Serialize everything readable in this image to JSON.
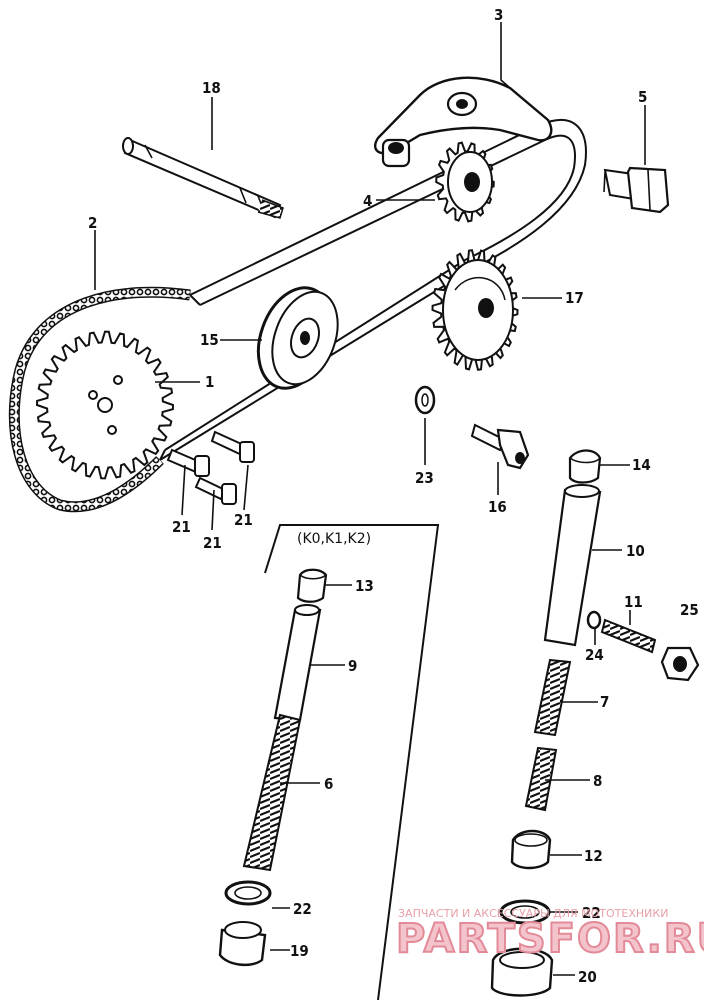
{
  "diagram": {
    "variant_note": "(K0,K1,K2)",
    "callouts": [
      {
        "id": "c1",
        "text": "1"
      },
      {
        "id": "c2",
        "text": "2"
      },
      {
        "id": "c3",
        "text": "3"
      },
      {
        "id": "c4",
        "text": "4"
      },
      {
        "id": "c5",
        "text": "5"
      },
      {
        "id": "c6",
        "text": "6"
      },
      {
        "id": "c7",
        "text": "7"
      },
      {
        "id": "c8",
        "text": "8"
      },
      {
        "id": "c9",
        "text": "9"
      },
      {
        "id": "c10",
        "text": "10"
      },
      {
        "id": "c11",
        "text": "11"
      },
      {
        "id": "c12",
        "text": "12"
      },
      {
        "id": "c13",
        "text": "13"
      },
      {
        "id": "c14",
        "text": "14"
      },
      {
        "id": "c15",
        "text": "15"
      },
      {
        "id": "c16",
        "text": "16"
      },
      {
        "id": "c17",
        "text": "17"
      },
      {
        "id": "c18",
        "text": "18"
      },
      {
        "id": "c19",
        "text": "19"
      },
      {
        "id": "c20",
        "text": "20"
      },
      {
        "id": "c21a",
        "text": "21"
      },
      {
        "id": "c21b",
        "text": "21"
      },
      {
        "id": "c21c",
        "text": "21"
      },
      {
        "id": "c22a",
        "text": "22"
      },
      {
        "id": "c22b",
        "text": "22"
      },
      {
        "id": "c23",
        "text": "23"
      },
      {
        "id": "c24",
        "text": "24"
      },
      {
        "id": "c25",
        "text": "25"
      }
    ]
  },
  "watermark": {
    "tagline": "ЗАПЧАСТИ И АКСЕССУАРЫ ДЛЯ МОТОТЕХНИКИ",
    "brand": "PARTSFOR.RU"
  }
}
